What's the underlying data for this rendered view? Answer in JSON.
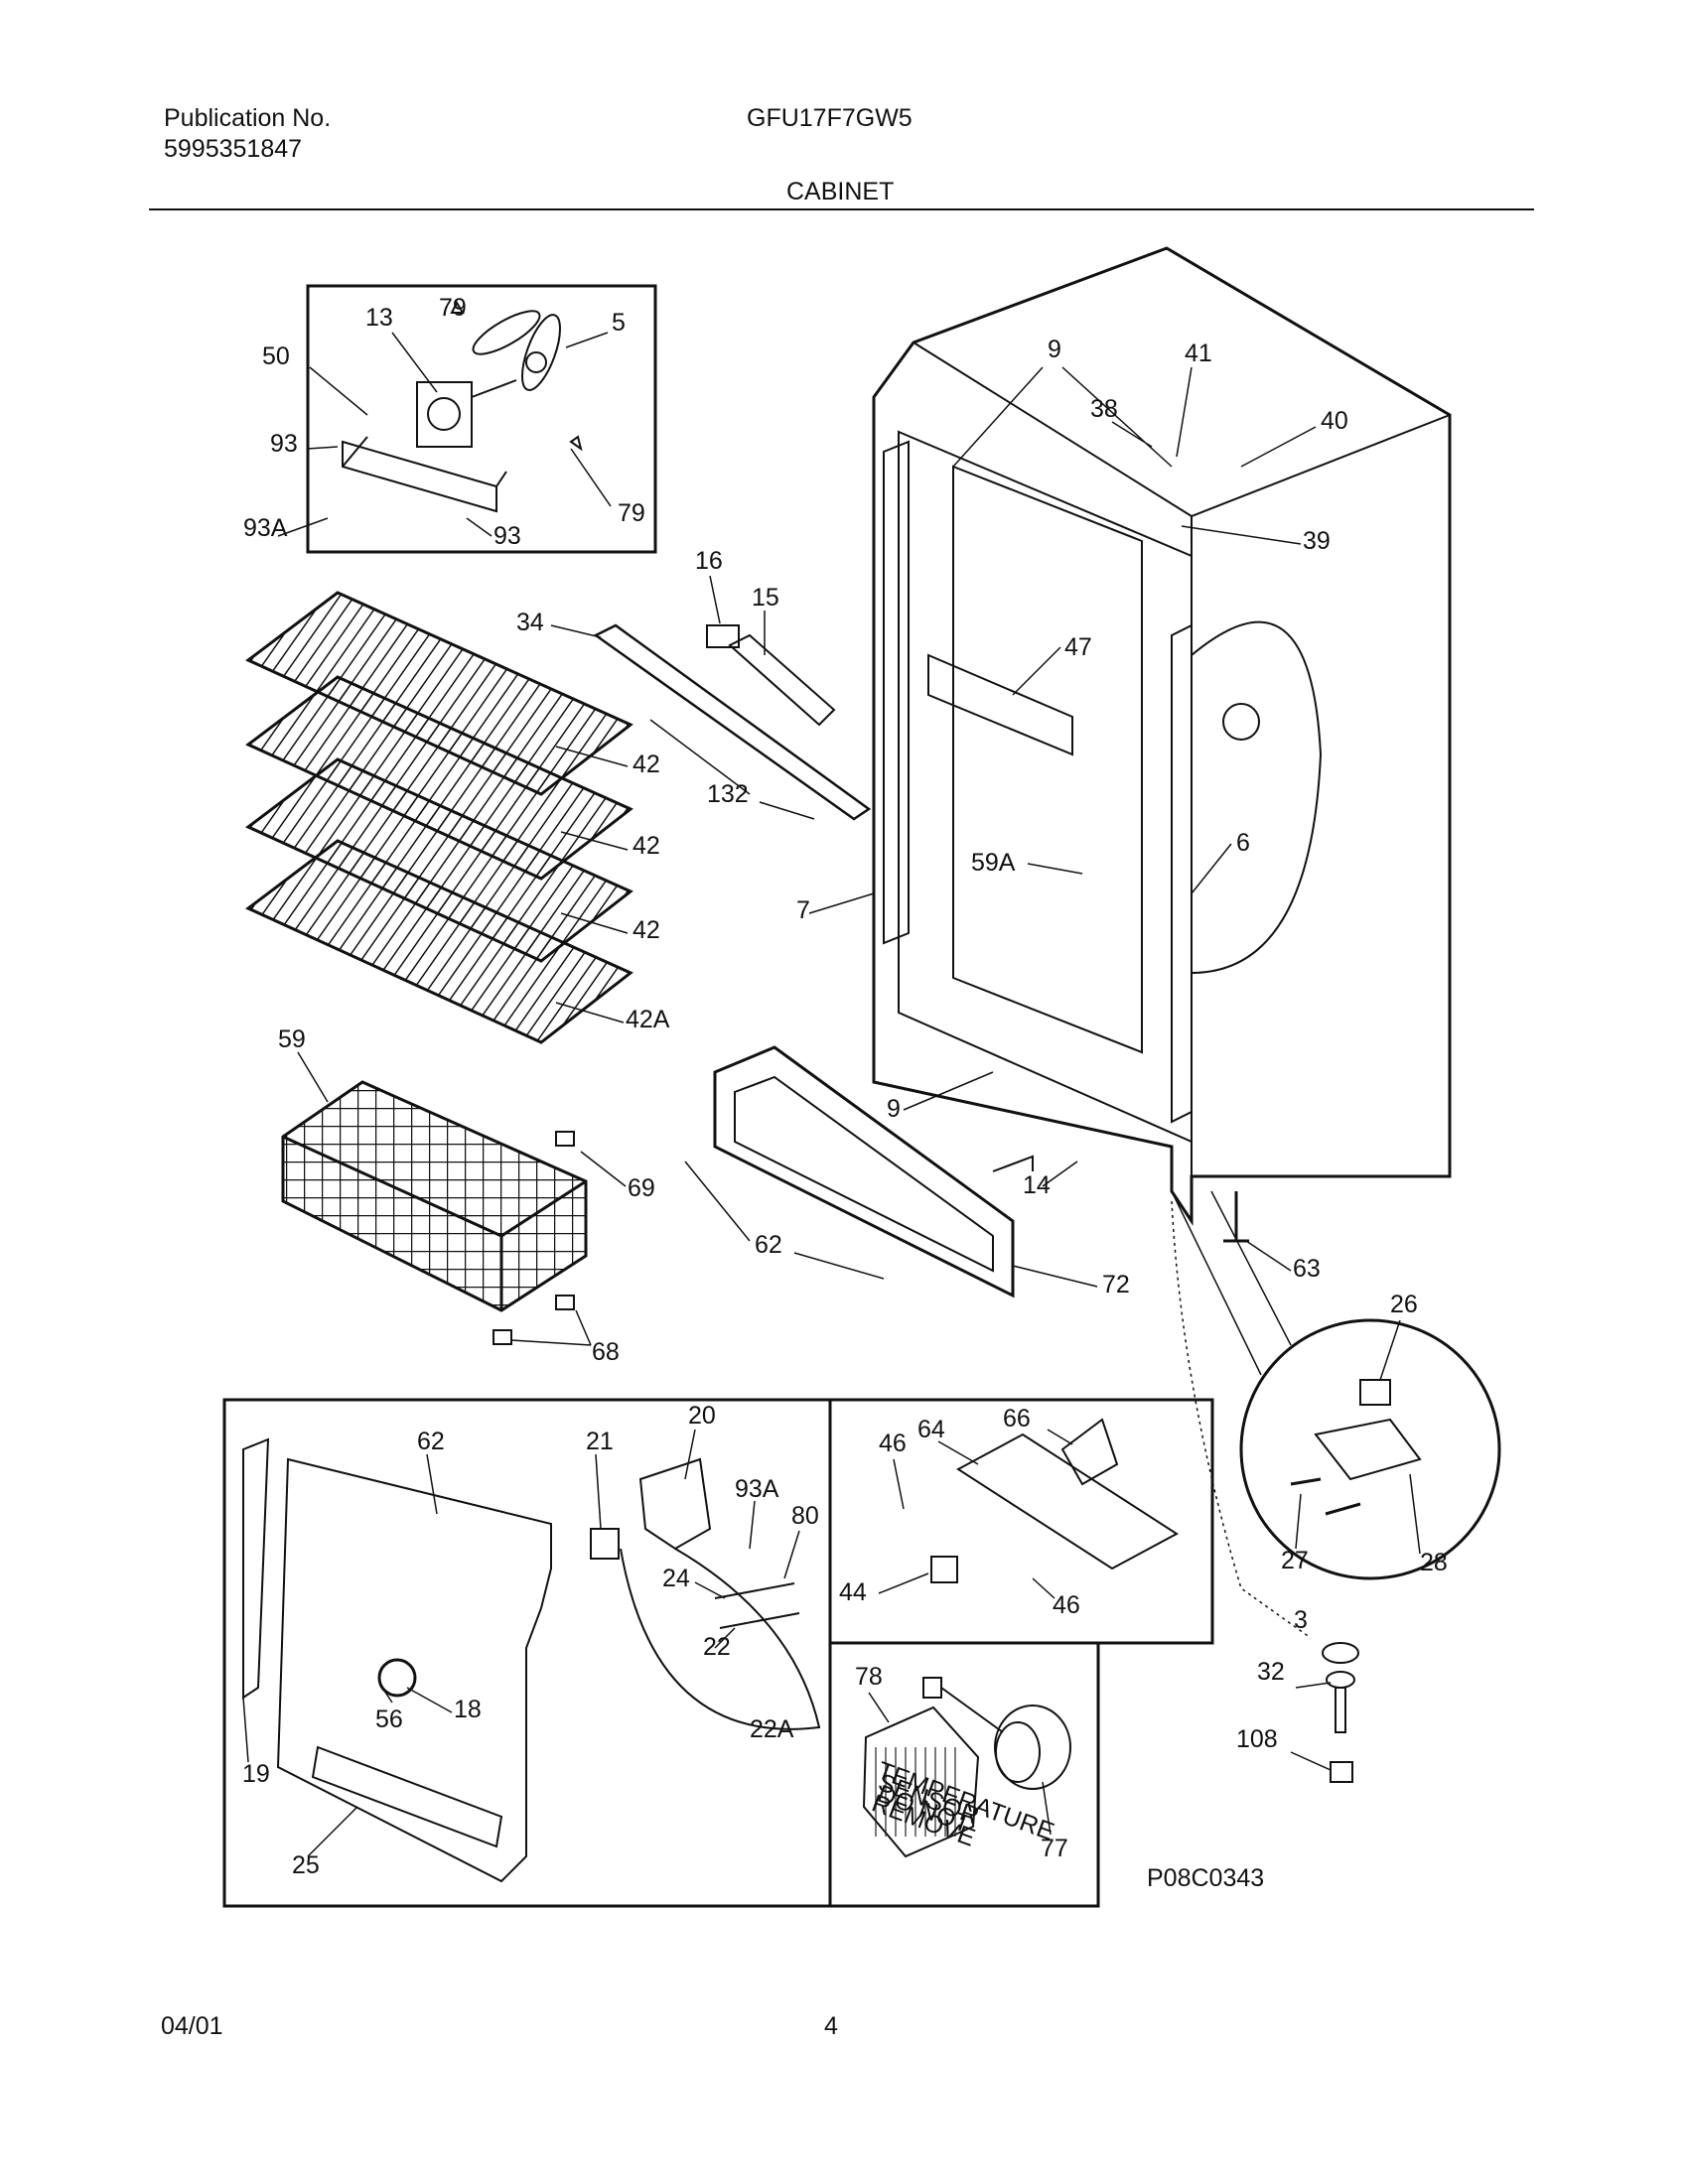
{
  "header": {
    "publication_label": "Publication No.",
    "publication_number": "5995351847",
    "model": "GFU17F7GW5",
    "section": "CABINET"
  },
  "diagram_code": "P08C0343",
  "footer": {
    "date": "04/01",
    "page": "4"
  },
  "labels": {
    "l13": "13",
    "l79a": "79",
    "l5": "5",
    "l50": "50",
    "l93a": "93",
    "l93A_top": "93A",
    "l93b": "93",
    "l79b": "79",
    "l16": "16",
    "l15": "15",
    "l34": "34",
    "l42a": "42",
    "l42b": "42",
    "l42c": "42",
    "l42A": "42A",
    "l132": "132",
    "l9a": "9",
    "l41": "41",
    "l38": "38",
    "l40": "40",
    "l39": "39",
    "l47": "47",
    "l59A": "59A",
    "l7": "7",
    "l6": "6",
    "l9b": "9",
    "l59": "59",
    "l69": "69",
    "l68": "68",
    "l62a": "62",
    "l72": "72",
    "l14": "14",
    "l63": "63",
    "l26": "26",
    "l27": "27",
    "l28": "28",
    "l3": "3",
    "l32": "32",
    "l108": "108",
    "l62b": "62",
    "l21": "21",
    "l20": "20",
    "l93A_b": "93A",
    "l80": "80",
    "l24": "24",
    "l22": "22",
    "l22A": "22A",
    "l18": "18",
    "l56": "56",
    "l19": "19",
    "l25": "25",
    "l64": "64",
    "l66": "66",
    "l46a": "46",
    "l44": "44",
    "l46b": "46",
    "l78": "78",
    "l77": "77"
  },
  "sensor_label_text": [
    "TEMPERATURE",
    "SENSOR",
    "DO NOT",
    "REMOVE"
  ]
}
